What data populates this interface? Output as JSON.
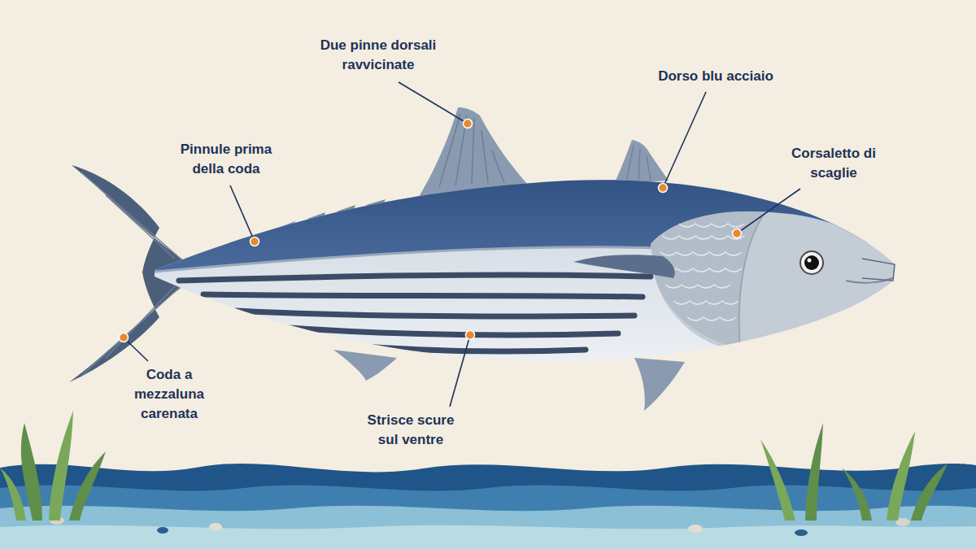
{
  "diagram": {
    "labels": [
      "Due pinne dorsali ravvicinate",
      "Dorso blu acciaio",
      "Pinnule prima della coda",
      "Corsaletto di scaglie",
      "Coda a mezzaluna carenata",
      "Strisce scure sul ventre"
    ]
  }
}
